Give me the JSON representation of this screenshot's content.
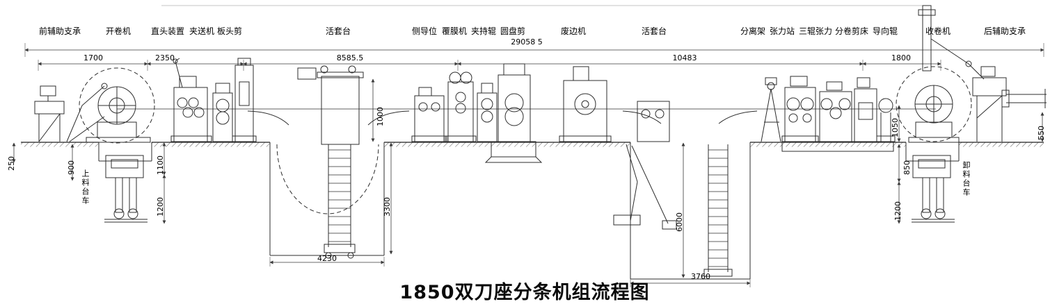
{
  "title": "1850双刀座分条机组流程图",
  "stations": [
    "前辅助支承",
    "开卷机",
    "直头装置",
    "夹送机",
    "板头剪",
    "活套台",
    "侧导位",
    "覆膜机",
    "夹持辊",
    "圆盘剪",
    "废边机",
    "活套台",
    "分离架",
    "张力站",
    "三辊张力",
    "分卷剪床",
    "导向辊",
    "收卷机",
    "后辅助支承"
  ],
  "dims": {
    "overall": "29058 5",
    "horizontal": [
      "1700",
      "2350",
      "8585.5",
      "10483",
      "1800",
      "4230",
      "3760"
    ],
    "vertical": [
      "250",
      "900",
      "1100",
      "1200",
      "1000",
      "3300",
      "6000",
      "1050",
      "850",
      "1200",
      "550"
    ]
  },
  "trolleys": {
    "left": "上料台车",
    "right": "卸料台车"
  },
  "drawing": {
    "line_color": "#2c2c2c",
    "background": "#ffffff"
  }
}
